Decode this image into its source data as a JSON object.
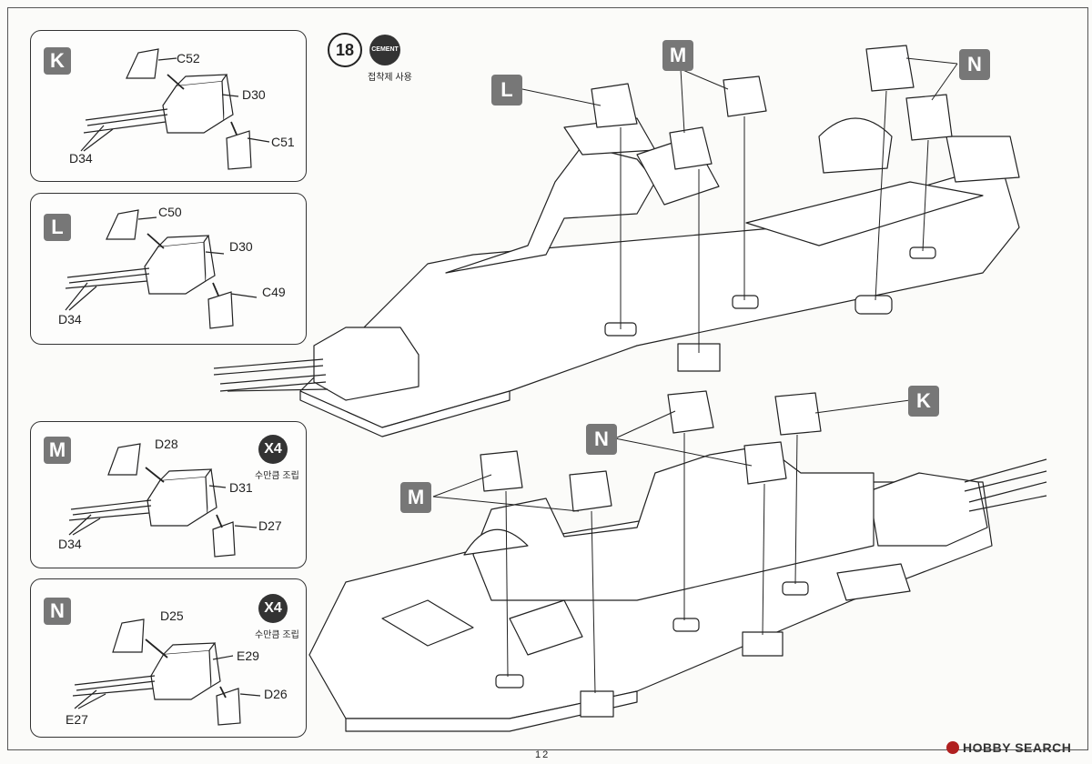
{
  "step": {
    "number": "18",
    "cement_badge": "CEMENT",
    "cement_caption": "접착제 사용"
  },
  "panels": {
    "K": {
      "letter": "K",
      "labels": [
        "C52",
        "D30",
        "C51",
        "D34"
      ]
    },
    "L": {
      "letter": "L",
      "labels": [
        "C50",
        "D30",
        "C49",
        "D34"
      ]
    },
    "M": {
      "letter": "M",
      "labels": [
        "D28",
        "D31",
        "D27",
        "D34"
      ],
      "multiplier": "X4",
      "multiplier_caption": "수만큼 조립"
    },
    "N": {
      "letter": "N",
      "labels": [
        "D25",
        "E29",
        "D26",
        "E27"
      ],
      "multiplier": "X4",
      "multiplier_caption": "수만큼 조립"
    }
  },
  "callouts": {
    "upper": [
      "L",
      "M",
      "N"
    ],
    "lower": [
      "K",
      "N",
      "M"
    ]
  },
  "footer": {
    "page_number": "12",
    "watermark": "HOBBY SEARCH"
  }
}
